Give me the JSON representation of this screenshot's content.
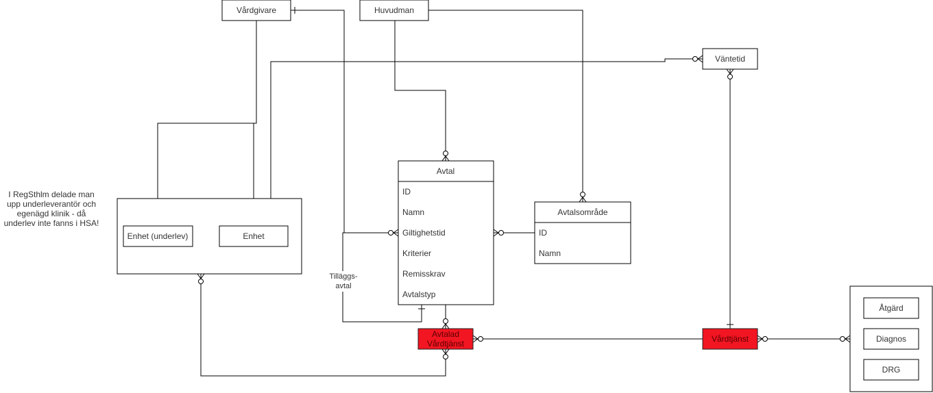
{
  "diagram": {
    "entities": {
      "vardgivare": "Vårdgivare",
      "huvudman": "Huvudman",
      "vantetid": "Väntetid",
      "avtal": {
        "title": "Avtal",
        "fields": [
          "ID",
          "Namn",
          "Giltighetstid",
          "Kriterier",
          "Remisskrav",
          "Avtalstyp"
        ]
      },
      "avtalsomrade": {
        "title": "Avtalsområde",
        "fields": [
          "ID",
          "Namn"
        ]
      },
      "enhet_underlev": "Enhet (underlev)",
      "enhet": "Enhet",
      "avtalad_vardtjanst": [
        "Avtalad",
        "Vårdtjänst"
      ],
      "vardtjanst": "Vårdtjänst",
      "atgard": "Åtgärd",
      "diagnos": "Diagnos",
      "drg": "DRG"
    },
    "labels": {
      "tillaggsavtal": [
        "Tilläggs-",
        "avtal"
      ],
      "note": [
        "I RegSthlm delade man",
        "upp underleverantör och",
        "egenägd klinik - då",
        "underlev inte fanns i HSA!"
      ]
    },
    "colors": {
      "highlight": "#f21522",
      "line": "#000000"
    }
  }
}
